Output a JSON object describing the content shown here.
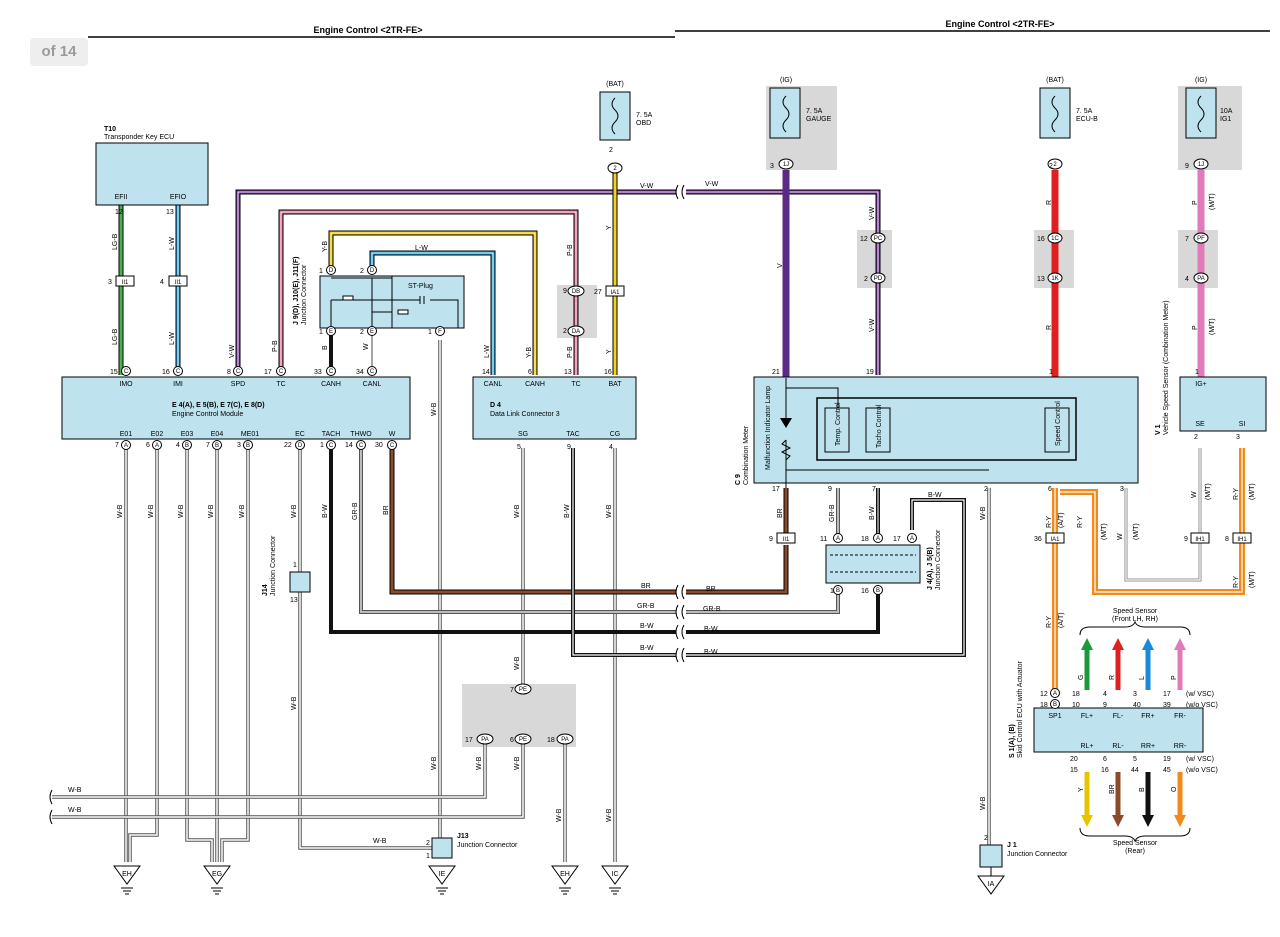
{
  "page_badge": "of 14",
  "headers": {
    "left": "Engine Control <2TR-FE>",
    "right": "Engine Control <2TR-FE>"
  },
  "colors": {
    "box_fill": "#bfe3ee",
    "LG-B": "#4caf50",
    "L-W": "#29a8e0",
    "V-W": "#7a3aa0",
    "P-B": "#e07090",
    "Y-B": "#e8c400",
    "Y": "#f2d21a",
    "V": "#5b2a86",
    "R": "#e02020",
    "P": "#e07ab8",
    "BR": "#8b4a2a",
    "GR-B": "#8a8a8a",
    "B-W": "#111111",
    "W-B": "#9a9a9a",
    "R-Y": "#f08a1a",
    "G": "#1a9a3a",
    "L": "#1a8ad8",
    "O": "#f08a1a",
    "B": "#111111",
    "W": "#cccccc",
    "orange_wire": "#f08a1a"
  },
  "components": {
    "t10": {
      "code": "T10",
      "name": "Transponder Key ECU",
      "pins": [
        "EFII",
        "EFIO"
      ]
    },
    "ecm": {
      "code": "E 4(A), E 5(B), E 7(C), E 8(D)",
      "name": "Engine Control Module",
      "top_pins": [
        "IMO",
        "IMI",
        "SPD",
        "TC",
        "CANH",
        "CANL"
      ],
      "bottom_pins": [
        "E01",
        "E02",
        "E03",
        "E04",
        "ME01",
        "EC",
        "TACH",
        "THWO",
        "W"
      ]
    },
    "jc_left": {
      "code": "J 9(D), J10(E), J11(F)",
      "name": "Junction Connector",
      "plug": "ST-Plug"
    },
    "dlc": {
      "code": "D 4",
      "name": "Data Link Connector 3",
      "top_pins": [
        "CANL",
        "CANH",
        "TC",
        "BAT"
      ],
      "bottom_pins": [
        "SG",
        "TAC",
        "CG"
      ]
    },
    "j14": {
      "code": "J14",
      "name": "Junction Connector"
    },
    "j13": {
      "code": "J13",
      "name": "Junction Connector"
    },
    "meter": {
      "code": "C 9",
      "name": "Combination Meter",
      "lamp": "Malfunction Indicator Lamp",
      "temp": "Temp. Control",
      "tacho": "Tacho Control",
      "speed": "Speed Control"
    },
    "j4j5": {
      "code": "J 4(A), J 5(B)",
      "name": "Junction Connector"
    },
    "j1": {
      "code": "J 1",
      "name": "Junction Connector"
    },
    "vss": {
      "code": "V 1",
      "name": "Vehicle Speed Sensor (Combination Meter)",
      "pins": [
        "IG+",
        "SE",
        "SI"
      ]
    },
    "skid": {
      "code": "S 1(A), (B)",
      "name": "Skid Control ECU with Actuator",
      "top_pins": [
        "SP1",
        "FL+",
        "FL-",
        "FR+",
        "FR-"
      ],
      "bottom_pins": [
        "RL+",
        "RL-",
        "RR+",
        "RR-"
      ]
    },
    "speed_front": {
      "line1": "Speed Sensor",
      "line2": "(Front LH,  RH)"
    },
    "speed_rear": {
      "line1": "Speed Sensor",
      "line2": "(Rear)"
    }
  },
  "fuses": [
    {
      "src": "(BAT)",
      "amp": "7. 5A",
      "name": "OBD"
    },
    {
      "src": "(IG)",
      "amp": "7. 5A",
      "name": "GAUGE"
    },
    {
      "src": "(BAT)",
      "amp": "7. 5A",
      "name": "ECU-B"
    },
    {
      "src": "(IG)",
      "amp": "10A",
      "name": "IG1"
    }
  ],
  "connectors": {
    "ii1": "II1",
    "ia1": "IA1",
    "db": "DB",
    "da": "DA",
    "pe": "PE",
    "pa": "PA",
    "ij": "1J",
    "pc": "PC",
    "pd": "PD",
    "ic": "1C",
    "ik": "1K",
    "pf": "PF",
    "ih1": "IH1",
    "two": "2",
    "c": "C",
    "d": "D",
    "e": "E",
    "f": "F",
    "a": "A",
    "b": "B"
  },
  "grounds": [
    "EH",
    "EG",
    "IE",
    "EH",
    "IC",
    "IA"
  ],
  "notes": {
    "vsc": "(w/ VSC)",
    "novsc": "(w/o VSC)",
    "at": "(A/T)",
    "mt": "(M/T)"
  },
  "wire_labels": {
    "LGB": "LG-B",
    "LW": "L-W",
    "VW": "V-W",
    "PB": "P-B",
    "YB": "Y-B",
    "Y": "Y",
    "V": "V",
    "R": "R",
    "P": "P",
    "WB": "W-B",
    "BW": "B-W",
    "GRB": "GR-B",
    "BR": "BR",
    "RY": "R-Y",
    "W": "W",
    "G": "G",
    "L": "L",
    "B": "B",
    "O": "O"
  },
  "pin_numbers": {
    "n1": "1",
    "n2": "2",
    "n3": "3",
    "n4": "4",
    "n5": "5",
    "n6": "6",
    "n7": "7",
    "n8": "8",
    "n9": "9",
    "n10": "10",
    "n11": "11",
    "n12": "12",
    "n13": "13",
    "n14": "14",
    "n15": "15",
    "n16": "16",
    "n17": "17",
    "n18": "18",
    "n19": "19",
    "n20": "20",
    "n21": "21",
    "n22": "22",
    "n27": "27",
    "n30": "30",
    "n33": "33",
    "n34": "34",
    "n36": "36",
    "n39": "39",
    "n40": "40",
    "n44": "44",
    "n45": "45"
  }
}
